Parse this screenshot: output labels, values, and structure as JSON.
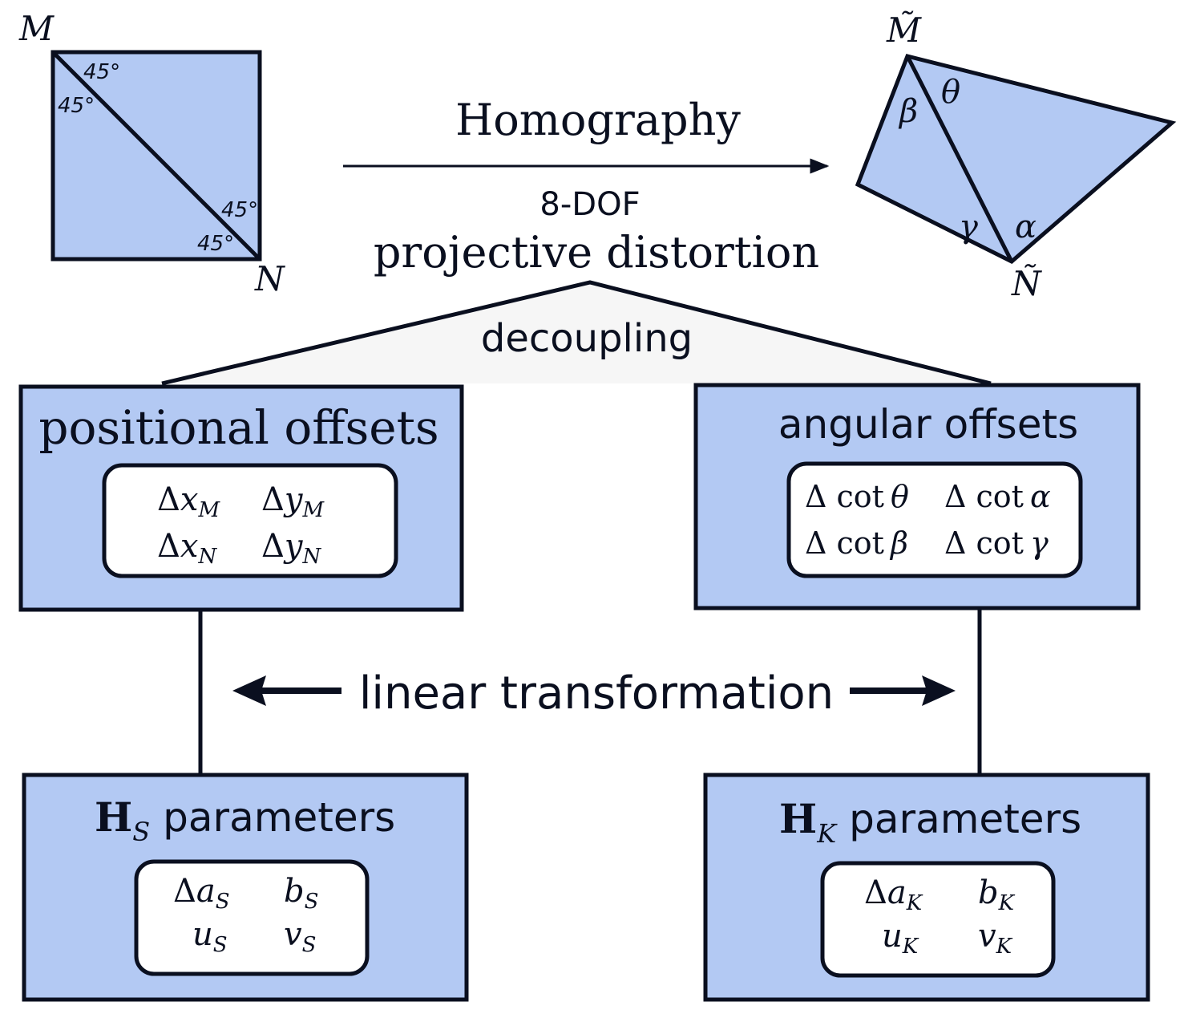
{
  "colors": {
    "fill": "#b3c9f3",
    "stroke": "#0a0f1f",
    "inner_fill": "#ffffff",
    "fan_fill": "#f6f6f6"
  },
  "source_square": {
    "corner_top": "M",
    "corner_bottom": "N",
    "angles": [
      "45°",
      "45°",
      "45°",
      "45°"
    ]
  },
  "target_quad": {
    "corner_top": "M̃",
    "corner_bottom": "Ñ",
    "angles": {
      "beta": "β",
      "theta": "θ",
      "gamma": "γ",
      "alpha": "α"
    }
  },
  "homography_arrow": {
    "label": "Homography",
    "sub_dof": "8-DOF",
    "sub_text": "projective distortion"
  },
  "decoupling": {
    "label": "decoupling"
  },
  "positional_box": {
    "title": "positional offsets",
    "terms": [
      {
        "op": "Δ",
        "var": "x",
        "sub": "M"
      },
      {
        "op": "Δ",
        "var": "y",
        "sub": "M"
      },
      {
        "op": "Δ",
        "var": "x",
        "sub": "N"
      },
      {
        "op": "Δ",
        "var": "y",
        "sub": "N"
      }
    ]
  },
  "angular_box": {
    "title": "angular offsets",
    "terms": [
      {
        "op": "Δ cot",
        "var": "θ"
      },
      {
        "op": "Δ cot",
        "var": "α"
      },
      {
        "op": "Δ cot",
        "var": "β"
      },
      {
        "op": "Δ cot",
        "var": "γ"
      }
    ]
  },
  "linear_transform": {
    "label": "linear transformation"
  },
  "hs_box": {
    "title_symbol": "H",
    "title_sub": "S",
    "title_text": "parameters",
    "terms": [
      {
        "op": "Δ",
        "var": "a",
        "sub": "S"
      },
      {
        "op": "",
        "var": "b",
        "sub": "S"
      },
      {
        "op": "",
        "var": "u",
        "sub": "S"
      },
      {
        "op": "",
        "var": "v",
        "sub": "S"
      }
    ]
  },
  "hk_box": {
    "title_symbol": "H",
    "title_sub": "K",
    "title_text": "parameters",
    "terms": [
      {
        "op": "Δ",
        "var": "a",
        "sub": "K"
      },
      {
        "op": "",
        "var": "b",
        "sub": "K"
      },
      {
        "op": "",
        "var": "u",
        "sub": "K"
      },
      {
        "op": "",
        "var": "v",
        "sub": "K"
      }
    ]
  }
}
